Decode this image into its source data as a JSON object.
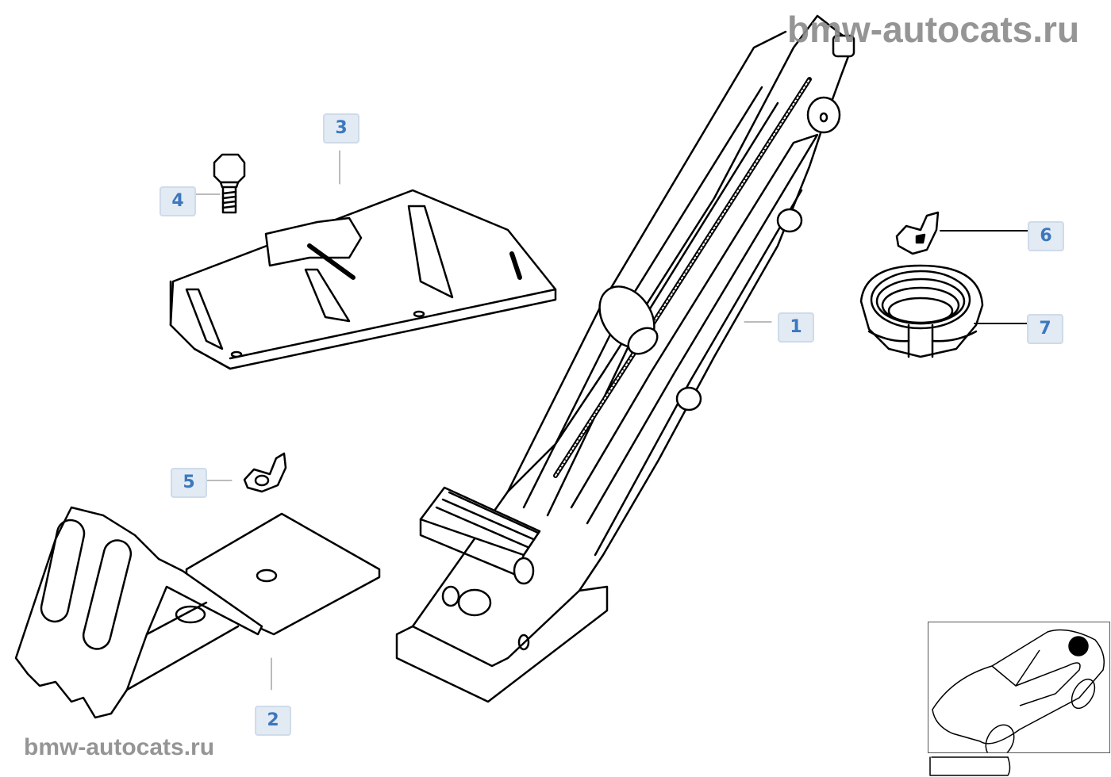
{
  "watermark": {
    "top": "bmw-autocats.ru",
    "bottom": "bmw-autocats.ru"
  },
  "callouts": [
    {
      "id": "1",
      "label": "1",
      "part": "car-jack"
    },
    {
      "id": "2",
      "label": "2",
      "part": "wheel-chock"
    },
    {
      "id": "3",
      "label": "3",
      "part": "jack-holder-bracket"
    },
    {
      "id": "4",
      "label": "4",
      "part": "hex-bolt"
    },
    {
      "id": "5",
      "label": "5",
      "part": "wing-nut"
    },
    {
      "id": "6",
      "label": "6",
      "part": "wing-nut"
    },
    {
      "id": "7",
      "label": "7",
      "part": "rubber-grommet"
    }
  ],
  "colors": {
    "callout_bg": "#e2eaf4",
    "callout_text": "#3b78be",
    "line": "#000000",
    "watermark": "#8a8a8a"
  }
}
